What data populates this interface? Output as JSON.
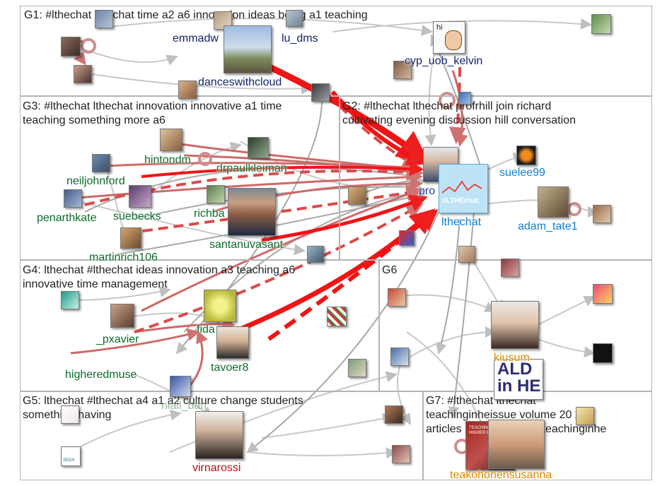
{
  "groups": [
    {
      "id": "G1",
      "label": "G1: #lthechat lthechat time a2 a6 innovation ideas being a1 teaching"
    },
    {
      "id": "G3",
      "label": "G3: #lthechat lthechat innovation innovative a1 time\nteaching something more a6"
    },
    {
      "id": "G2",
      "label": "G2: #lthechat lthechat profrhill join richard\ncultivating evening discussion hill conversation"
    },
    {
      "id": "G4",
      "label": "G4: lthechat #lthechat ideas innovation a3 teaching a6\ninnovative time management"
    },
    {
      "id": "G6",
      "label": "G6"
    },
    {
      "id": "G5",
      "label": "G5: lthechat #lthechat a4 a1 a2 culture change students\nsomething having"
    },
    {
      "id": "G7",
      "label": "G7: #lthechat lthechat\nteachinginheissue volume 20 29\narticles issue available teachinginhe"
    }
  ],
  "nodes": [
    {
      "id": "emmadw",
      "label": "emmadw"
    },
    {
      "id": "danceswithcloud",
      "label": "danceswithcloud"
    },
    {
      "id": "lu_dms",
      "label": "lu_dms"
    },
    {
      "id": "cyp_uob_kelvin",
      "label": "cyp_uob_kelvin"
    },
    {
      "id": "hintondm",
      "label": "hintondm"
    },
    {
      "id": "drpaulkleiman",
      "label": "drpaulkleiman"
    },
    {
      "id": "neiljohnford",
      "label": "neiljohnford"
    },
    {
      "id": "penarthkate",
      "label": "penarthkate"
    },
    {
      "id": "suebecks",
      "label": "suebecks"
    },
    {
      "id": "richba",
      "label": "richba"
    },
    {
      "id": "santanuvasant",
      "label": "santanuvasant"
    },
    {
      "id": "martinrich106",
      "label": "martinrich106"
    },
    {
      "id": "pro",
      "label": "pro"
    },
    {
      "id": "lthechat",
      "label": "lthechat"
    },
    {
      "id": "suelee99",
      "label": "suelee99"
    },
    {
      "id": "adam_tate1",
      "label": "adam_tate1"
    },
    {
      "id": "fida",
      "label": "fida"
    },
    {
      "id": "pxavier",
      "label": "_pxavier"
    },
    {
      "id": "higheredmuse",
      "label": "higheredmuse"
    },
    {
      "id": "tavoer8",
      "label": "tavoer8"
    },
    {
      "id": "niall_barr",
      "label": "niall_barr"
    },
    {
      "id": "kiusum",
      "label": "kiusum"
    },
    {
      "id": "virnarossi",
      "label": "virnarossi"
    },
    {
      "id": "teakohonensusanna",
      "label": "teakohonensusanna"
    }
  ],
  "badges": {
    "lthechat_logo": "#LTHEchat",
    "ald_logo": "ALD\nin HE",
    "hi_bubble": "hi",
    "seda_logo": "SEDA",
    "vol_cover": "TEACHING IN HIGHER EDUCATION"
  },
  "colors": {
    "edge_light": "#c9c9c9",
    "edge_dark": "#a9a9a9",
    "edge_strong": "#f20f0f",
    "edge_mid": "#d46a6a",
    "edge_pale": "#d9a3a3"
  }
}
